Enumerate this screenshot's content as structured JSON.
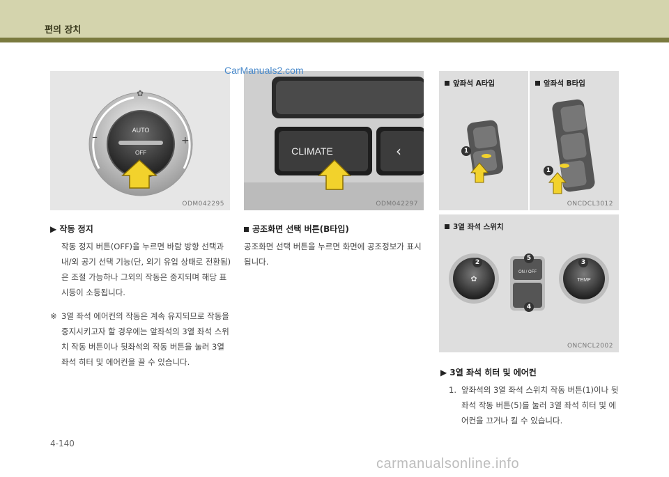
{
  "header": {
    "title": "편의 장치"
  },
  "watermarks": {
    "top": "CarManuals2.com",
    "bottom": "carmanualsonline.info"
  },
  "images": {
    "img1": {
      "code": "ODM042295",
      "auto_label": "AUTO",
      "off_label": "OFF"
    },
    "img2": {
      "code": "ODM042297",
      "climate_label": "CLIMATE"
    },
    "img3": {
      "label_a": "앞좌석 A타입",
      "label_b": "앞좌석 B타입",
      "code": "ONCDCL3012",
      "badge_a": "1",
      "badge_b": "1"
    },
    "img4": {
      "label": "3열 좌석 스위치",
      "code": "ONCNCL2002",
      "badges": [
        "2",
        "5",
        "3",
        "4"
      ],
      "on_off": "ON / OFF",
      "temp": "TEMP"
    }
  },
  "left": {
    "heading": "작동 정지",
    "paragraph": "작동 정지 버튼(OFF)을 누르면 바람 방향 선택과 내/외 공기 선택 기능(단, 외기 유입 상태로 전환됨)은 조절 가능하나 그외의 작동은 중지되며 해당 표시등이 소등됩니다.",
    "note_mark": "※",
    "note": "3열 좌석 에어컨의 작동은 계속 유지되므로 작동을 중지시키고자 할 경우에는 앞좌석의 3열 좌석 스위치 작동 버튼이나 뒷좌석의 작동 버튼을 눌러 3열 좌석 히터 및 에어컨을 끌 수 있습니다."
  },
  "middle": {
    "heading": "공조화면 선택 버튼(B타입)",
    "paragraph": "공조화면 선택 버튼을 누르면 화면에 공조정보가 표시됩니다."
  },
  "right": {
    "heading": "3열 좌석 히터 및 에어컨",
    "item_num": "1.",
    "item": "앞좌석의 3열 좌석 스위치 작동 버튼(1)이나 뒷좌석 작동 버튼(5)를 눌러 3열 좌석 히터 및 에어컨을 끄거나 킬 수 있습니다."
  },
  "footer": {
    "page": "4-140"
  },
  "colors": {
    "header_bg": "#d4d4ad",
    "header_line": "#7a7a3e",
    "arrow_yellow": "#f2d22c"
  }
}
